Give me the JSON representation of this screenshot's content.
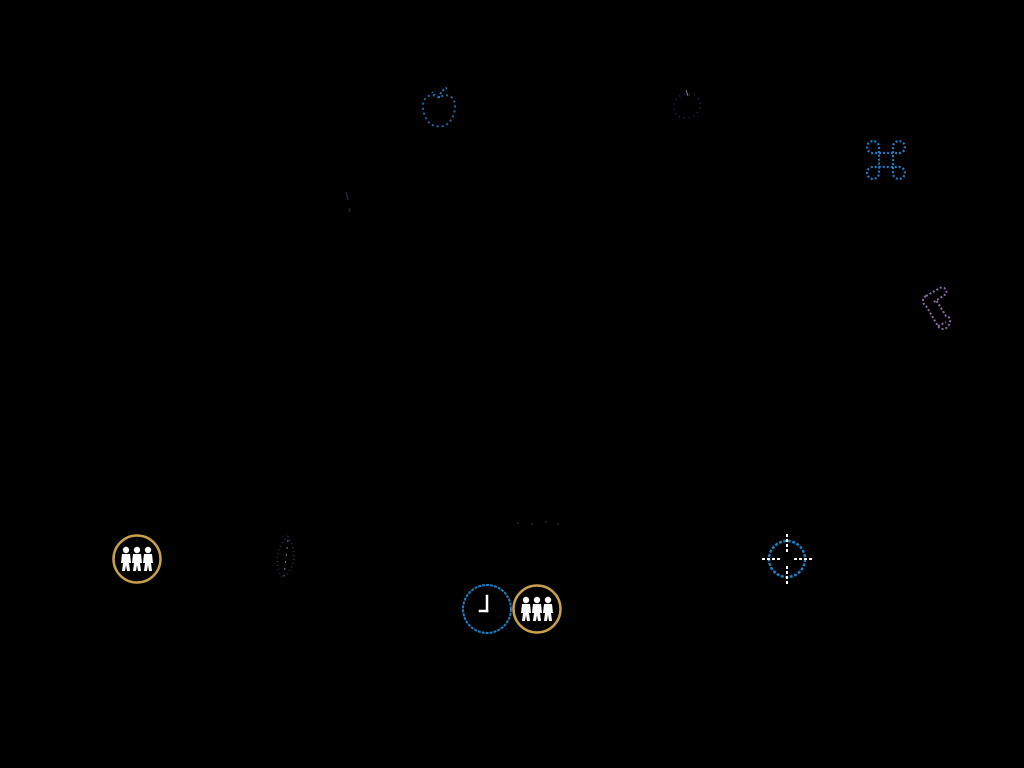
{
  "screen": {
    "background": "#000000"
  },
  "colors": {
    "blue": "#1a7fc4",
    "gold": "#c9a04a",
    "white": "#ffffff",
    "purple": "#8a6aa8"
  },
  "icons": [
    {
      "id": "apple",
      "name": "apple-icon",
      "style": "faded-blue",
      "interactable": true
    },
    {
      "id": "swirl",
      "name": "swirl-icon",
      "style": "faint",
      "interactable": true
    },
    {
      "id": "command",
      "name": "command-key-icon",
      "style": "faded-blue",
      "interactable": true
    },
    {
      "id": "tick",
      "name": "faint-mark-icon",
      "style": "faint",
      "interactable": false
    },
    {
      "id": "scroll",
      "name": "scroll-icon",
      "style": "faded-purple",
      "interactable": true
    },
    {
      "id": "party-left",
      "name": "party-group-icon",
      "style": "gold-ring",
      "interactable": true
    },
    {
      "id": "leaf",
      "name": "leaf-icon",
      "style": "faint",
      "interactable": true
    },
    {
      "id": "dots",
      "name": "faint-dots-icon",
      "style": "faint",
      "interactable": false
    },
    {
      "id": "crosshair",
      "name": "crosshair-target-icon",
      "style": "blue-ring",
      "interactable": true
    },
    {
      "id": "clock",
      "name": "clock-icon",
      "style": "blue-ring",
      "interactable": true
    },
    {
      "id": "party-center",
      "name": "party-group-icon",
      "style": "gold-ring",
      "interactable": true
    }
  ]
}
